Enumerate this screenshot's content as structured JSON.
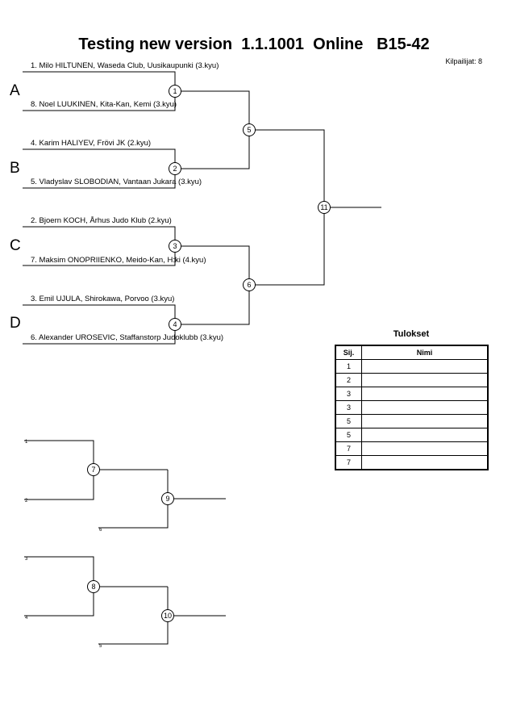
{
  "header": {
    "title": "Testing new version  1.1.1001  Online   B15-42",
    "competitor_count": "Kilpailijat: 8"
  },
  "pools": [
    "A",
    "B",
    "C",
    "D"
  ],
  "competitors": [
    "1. Milo HILTUNEN, Waseda Club, Uusikaupunki (3.kyu)",
    "8. Noel LUUKINEN, Kita-Kan, Kemi (3.kyu)",
    "4. Karim HALIYEV, Frövi JK (2.kyu)",
    "5. Vladyslav SLOBODIAN, Vantaan Jukara (3.kyu)",
    "2. Bjoern KOCH, Århus Judo Klub (2.kyu)",
    "7. Maksim ONOPRIIENKO, Meido-Kan, H:ki (4.kyu)",
    "3. Emil UJULA, Shirokawa, Porvoo (3.kyu)",
    "6. Alexander UROSEVIC, Staffanstorp Judoklubb (3.kyu)"
  ],
  "main_matches": [
    "1",
    "2",
    "3",
    "4",
    "5",
    "6",
    "11"
  ],
  "repechage": {
    "upper": {
      "seeds": [
        "1",
        "2",
        "6"
      ],
      "matches": [
        "7",
        "9"
      ]
    },
    "lower": {
      "seeds": [
        "3",
        "4",
        "5"
      ],
      "matches": [
        "8",
        "10"
      ]
    }
  },
  "results": {
    "title": "Tulokset",
    "col_place": "Sij.",
    "col_name": "Nimi",
    "places": [
      "1",
      "2",
      "3",
      "3",
      "5",
      "5",
      "7",
      "7"
    ]
  }
}
